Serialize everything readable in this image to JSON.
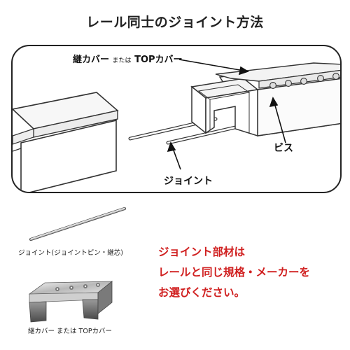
{
  "title": "レール同士のジョイント方法",
  "diagram": {
    "cover_label_main": "継カバー",
    "cover_label_mid": "または",
    "cover_label_end": "TOPカバー",
    "screw_label": "ビス",
    "joint_label": "ジョイント"
  },
  "photos": {
    "joint_caption": "ジョイント(ジョイントピン・継芯)",
    "cover_caption": "継カバー または TOPカバー"
  },
  "note": {
    "line1": "ジョイント部材は",
    "line2": "レールと同じ規格・メーカーを",
    "line3": "お選びください。"
  }
}
